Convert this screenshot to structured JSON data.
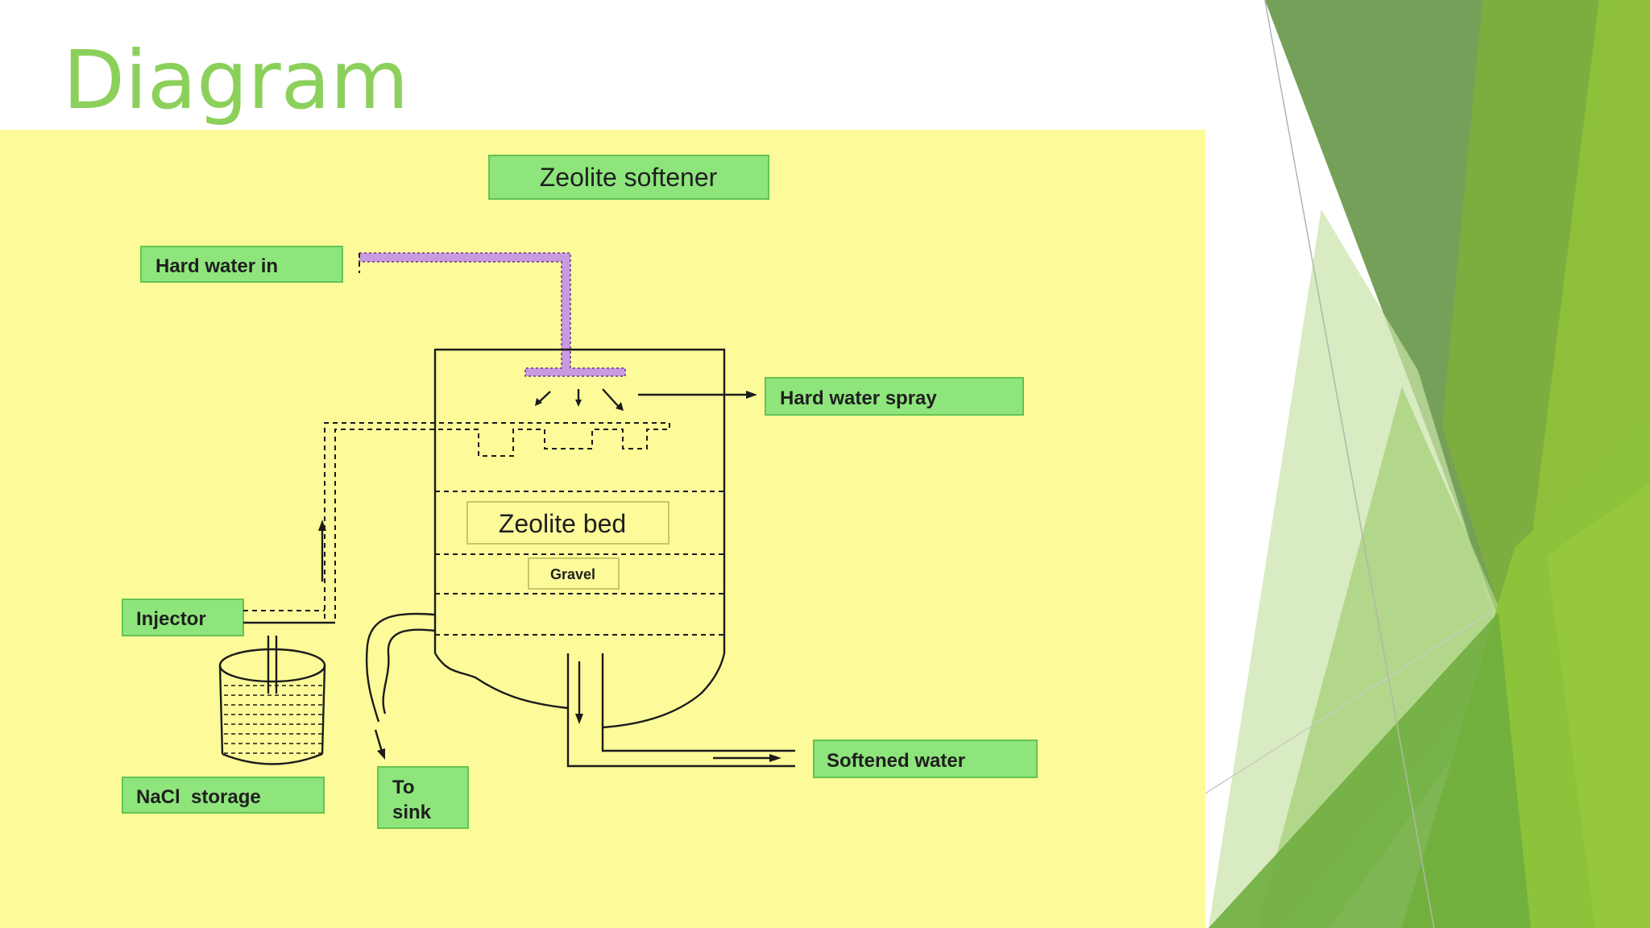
{
  "slide": {
    "title": "Diagram"
  },
  "diagram": {
    "title": "Zeolite softener",
    "labels": {
      "hard_water_in": "Hard water in",
      "hard_water_spray": "Hard water spray",
      "zeolite_bed": "Zeolite bed",
      "gravel": "Gravel",
      "injector": "Injector",
      "nacl_storage": "NaCl  storage",
      "to_sink_line1": "To",
      "to_sink_line2": "sink",
      "softened_water": "Softened water"
    }
  },
  "theme": {
    "title_color": "#8cd05c",
    "panel_color": "#fdfa9a",
    "label_box_color": "#8ee57c",
    "pipe_color": "#c89be0",
    "decor_greens": [
      "#6b9a4a",
      "#7fb83a",
      "#8fc23a",
      "#b9d98c",
      "#d7ebbf"
    ]
  }
}
